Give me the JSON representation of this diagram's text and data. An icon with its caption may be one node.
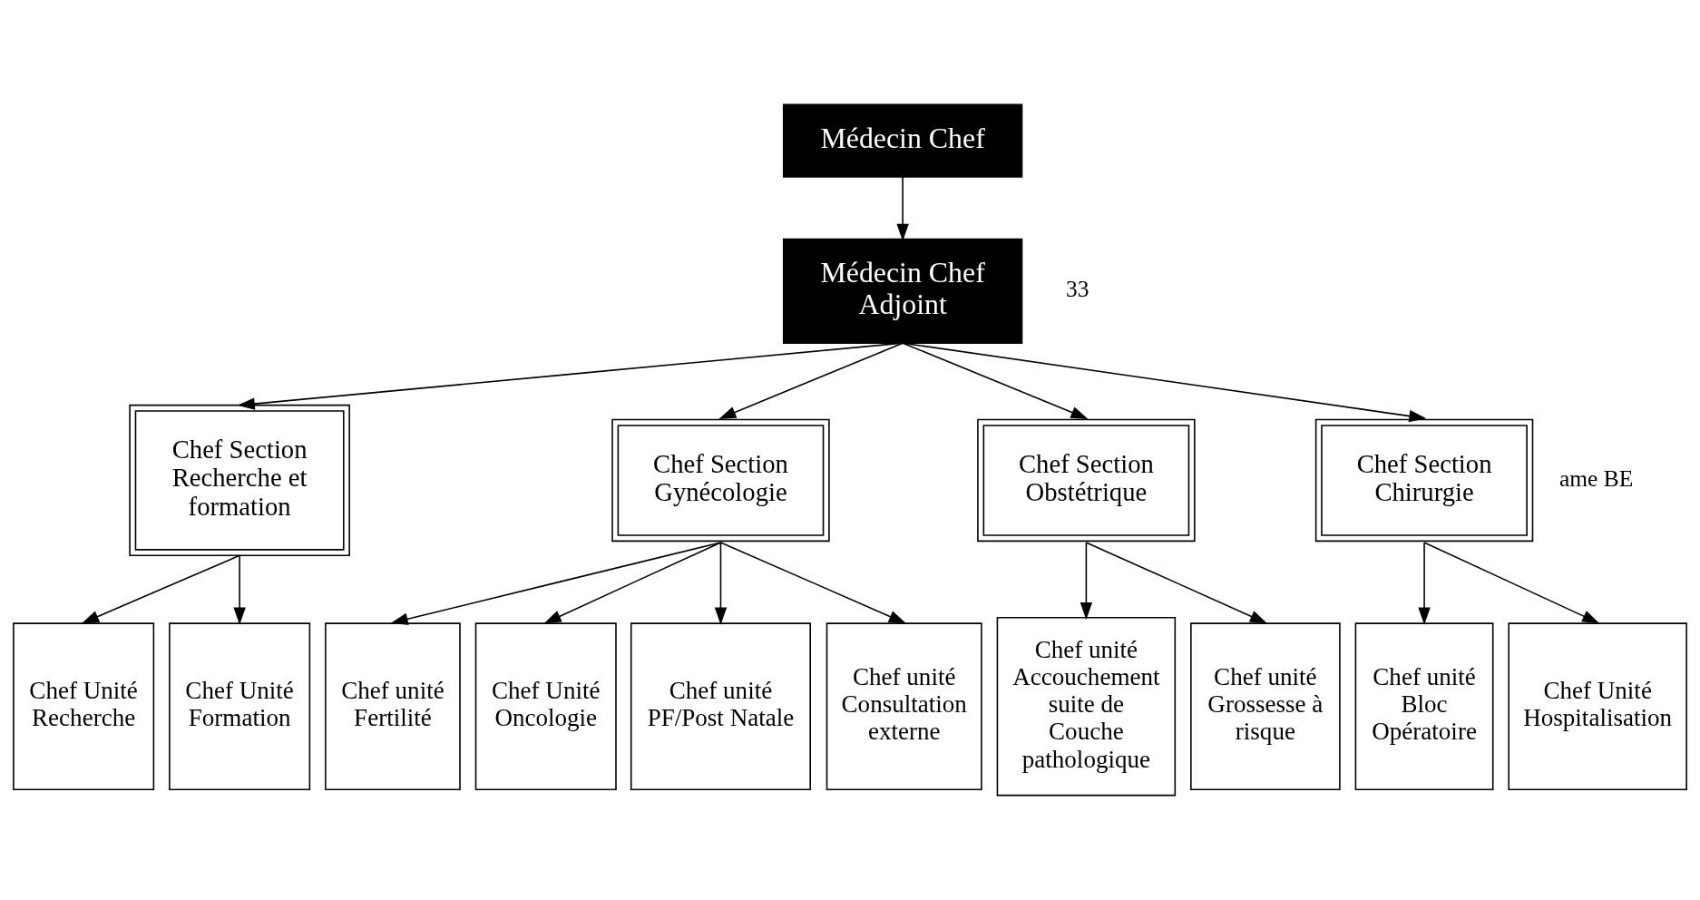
{
  "diagram": {
    "nodes": [
      {
        "text": [
          "Médecin Chef"
        ]
      },
      {
        "text": [
          "Médecin Chef Adjoint"
        ]
      },
      {
        "text": [
          "Chef Section Recherche et formation"
        ]
      },
      {
        "text": [
          "Chef Section Gynécologie"
        ]
      },
      {
        "text": [
          "Chef Section Obstétrique"
        ]
      },
      {
        "text": [
          "Chef Section Chirurgie"
        ]
      },
      {
        "text": [
          "Chef Unité Recherche"
        ]
      },
      {
        "text": [
          "Chef Unité Formation"
        ]
      },
      {
        "text": [
          "Chef unité Fertilité"
        ]
      },
      {
        "text": [
          "Chef Unité Oncologie"
        ]
      },
      {
        "text": [
          "Chef unité PF/Post Natale"
        ]
      },
      {
        "text": [
          "Chef unité Consultation externe"
        ]
      },
      {
        "text": [
          "Chef unité Accouchement suite de Couche pathologique"
        ]
      },
      {
        "text": [
          "Chef unité Grossesse à risque"
        ]
      },
      {
        "text": [
          "Chef unité Bloc Opératoire"
        ]
      },
      {
        "text": [
          "Chef Unité Hospitalisation"
        ]
      }
    ],
    "edges": [
      {
        "from": 0,
        "to": 1,
        "arrow": "to"
      },
      {
        "from": 1,
        "to": 2,
        "arrow": "to"
      },
      {
        "from": 1,
        "to": 3,
        "arrow": "to"
      },
      {
        "from": 1,
        "to": 4,
        "arrow": "to"
      },
      {
        "from": 1,
        "to": 5,
        "arrow": "to"
      },
      {
        "from": 2,
        "to": 6,
        "arrow": "to"
      },
      {
        "from": 2,
        "to": 7,
        "arrow": "to"
      },
      {
        "from": 3,
        "to": 8,
        "arrow": "to"
      },
      {
        "from": 3,
        "to": 9,
        "arrow": "to"
      },
      {
        "from": 3,
        "to": 10,
        "arrow": "to"
      },
      {
        "from": 3,
        "to": 11,
        "arrow": "to"
      },
      {
        "from": 4,
        "to": 12,
        "arrow": "to"
      },
      {
        "from": 4,
        "to": 13,
        "arrow": "to"
      },
      {
        "from": 5,
        "to": 14,
        "arrow": "to"
      },
      {
        "from": 5,
        "to": 15,
        "arrow": "to"
      }
    ],
    "labels": [
      "33",
      "ame BE"
    ]
  }
}
